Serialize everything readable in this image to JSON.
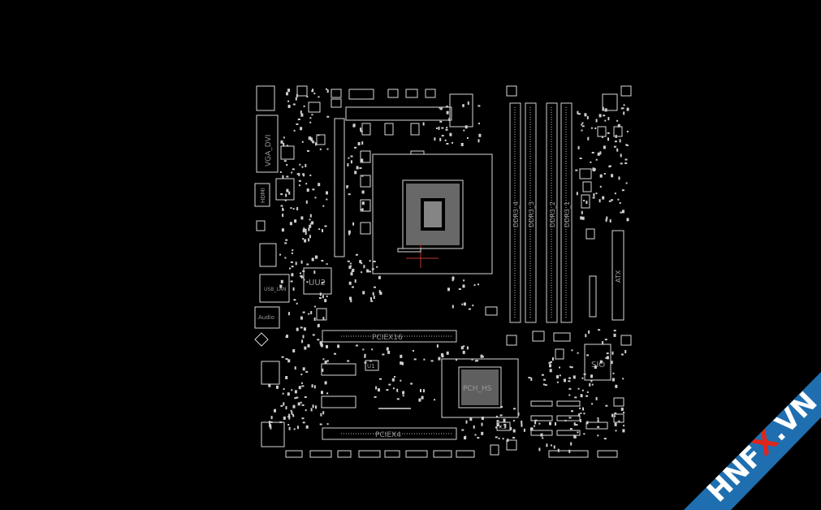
{
  "labels": {
    "vga_dvi": "VGA_DVI",
    "hdmi": "HDMI",
    "usb_lan": "USB_LAN",
    "audio": "Audio",
    "uu2": "UU2",
    "pciex16": "PCIEX16",
    "pciex4": "PCIEX4",
    "pch": "PCH_HS",
    "sio": "SIO",
    "atx": "ATX",
    "u1": "U1",
    "x3": "X3",
    "ddr": [
      "DDR3_4",
      "DDR3_3",
      "DDR3_2",
      "DDR3_1"
    ]
  },
  "watermark": {
    "part1": "HNF",
    "part2": "X",
    "part3": ".VN"
  },
  "colors": {
    "background": "#000000",
    "silkscreen": "#d8d8d8",
    "watermark_band": "#1f6fb0",
    "watermark_x": "#e0251b"
  }
}
